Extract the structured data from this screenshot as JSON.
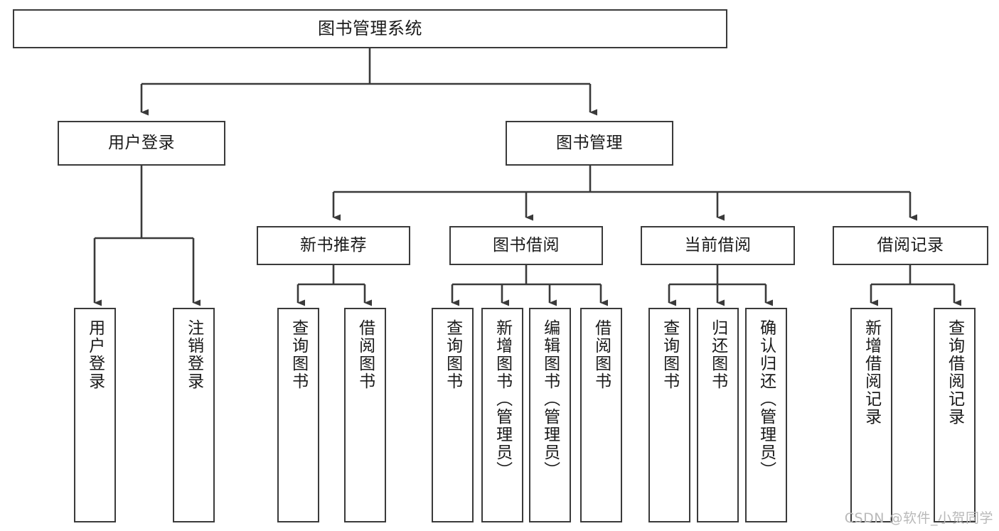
{
  "diagram": {
    "title": "图书管理系统",
    "type": "tree-hierarchy-chart",
    "stroke_color": "#3a3a3a",
    "text_color": "#1a1a1a",
    "background_color": "#ffffff",
    "watermark": "CSDN @软件_小贺同学",
    "watermark_color": "#b9b9b9"
  },
  "nodes": {
    "root": {
      "label": "图书管理系统"
    },
    "level2": [
      {
        "id": "user-login",
        "label": "用户登录"
      },
      {
        "id": "book-manage",
        "label": "图书管理"
      }
    ],
    "level3": [
      {
        "id": "new-book-rec",
        "label": "新书推荐"
      },
      {
        "id": "book-borrow",
        "label": "图书借阅"
      },
      {
        "id": "current-borrow",
        "label": "当前借阅"
      },
      {
        "id": "borrow-record",
        "label": "借阅记录"
      }
    ],
    "leaves": {
      "user_login": [
        {
          "id": "leaf-user-login",
          "label": "用户登录"
        },
        {
          "id": "leaf-logout",
          "label": "注销登录"
        }
      ],
      "new_book_rec": [
        {
          "id": "leaf-query-book-1",
          "label": "查询图书"
        },
        {
          "id": "leaf-borrow-book-1",
          "label": "借阅图书"
        }
      ],
      "book_borrow": [
        {
          "id": "leaf-query-book-2",
          "label": "查询图书"
        },
        {
          "id": "leaf-add-book",
          "label": "新增图书（管理员）"
        },
        {
          "id": "leaf-edit-book",
          "label": "编辑图书（管理员）"
        },
        {
          "id": "leaf-borrow-book-2",
          "label": "借阅图书"
        }
      ],
      "current_borrow": [
        {
          "id": "leaf-query-book-3",
          "label": "查询图书"
        },
        {
          "id": "leaf-return-book",
          "label": "归还图书"
        },
        {
          "id": "leaf-confirm-return",
          "label": "确认归还（管理员）"
        }
      ],
      "borrow_record": [
        {
          "id": "leaf-add-record",
          "label": "新增借阅记录"
        },
        {
          "id": "leaf-query-record",
          "label": "查询借阅记录"
        }
      ]
    }
  }
}
